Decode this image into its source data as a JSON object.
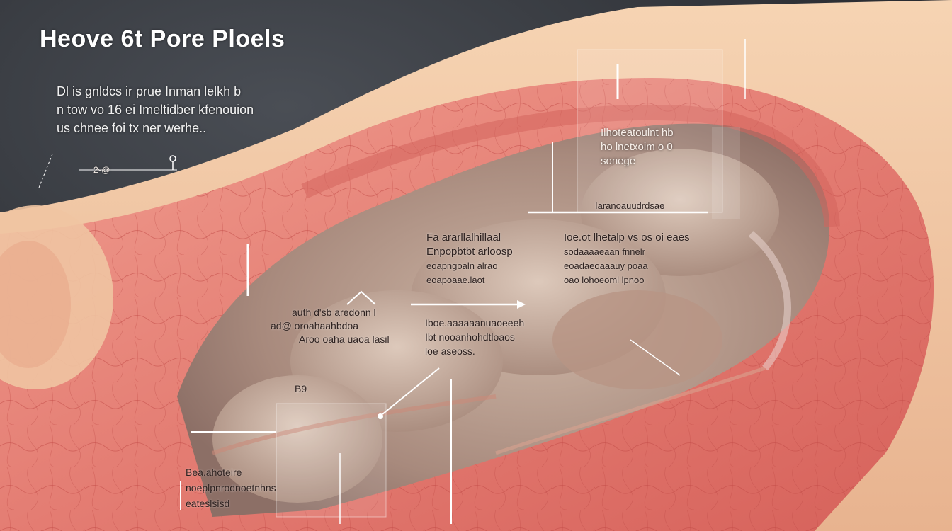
{
  "title": "Heove 6t Pore Ploels",
  "intro": {
    "line1": "Dl is gnldcs ir prue Inman lelkh b",
    "line2": "n tow vo 16 ei Imeltidber kfenouion",
    "line3": "us chnee foi tx ner werhe.."
  },
  "small_marker": "2ᵕ@",
  "callouts": {
    "upper_right": [
      "Ilhoteatoulnt hb",
      "ho lnetxoim o 0",
      "sonege"
    ],
    "upper_right_bar": "Iaranoauudrdsae",
    "mid_left_block": [
      "Fa ararllalhillaal",
      "Enpopbtbt arloosp",
      "eoapngoaln alrao",
      "eoapoaae.laot"
    ],
    "mid_right_block": [
      "Ioe.ot lhetalp vs os oi eaes",
      "sodaaaaeaan fnnelr",
      "eoadaeoaaauy poaa",
      "oao lohoeoml lpnoo"
    ],
    "left_label": [
      "auth d'sb aredonn l",
      "ad@ oroahaahbdoa",
      "Aroo oaha uaoa lasil"
    ],
    "center_label": [
      "Iboe.aaaaaanuaoeeeh",
      "Ibt nooanhohdtloaos",
      "loe aseoss."
    ],
    "small_tag": "B9",
    "bottom_left": [
      "Bea.ahoteire",
      "noeplpnrodnoetnhns",
      "eateslsisd"
    ]
  },
  "colors": {
    "background": "#2a2d31",
    "skin": "#f2c9a6",
    "tissue": "#e98b82",
    "tissue_dark": "#c9544e",
    "inner": "#b89a8a",
    "mass": "#c8b2a4"
  }
}
